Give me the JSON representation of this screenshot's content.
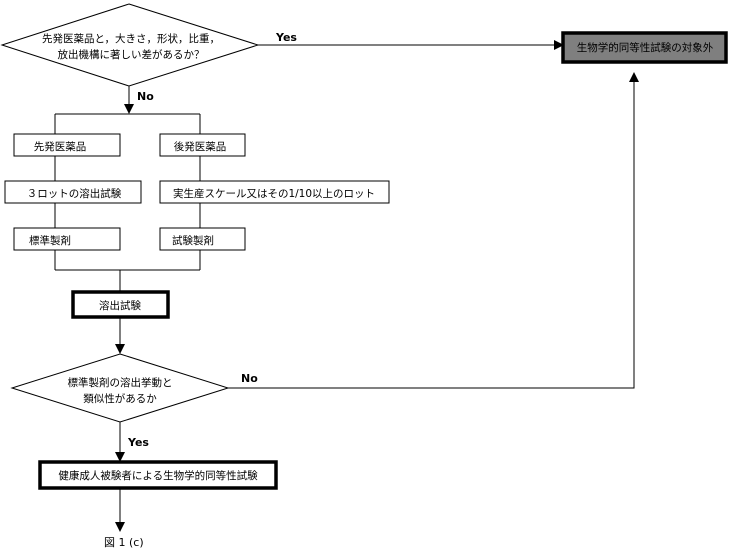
{
  "diagram": {
    "decision1": {
      "line1": "先発医薬品と，大きさ，形状，比重，",
      "line2": "放出機構に著しい差があるか？"
    },
    "yes1": "Yes",
    "no1": "No",
    "out_of_scope": "生物学的同等性試験の対象外",
    "out_of_scope_fill": "#7f7f7f",
    "left_col": {
      "header": "先発医薬品",
      "step": "３ロットの溶出試験",
      "product": "標準製剤"
    },
    "right_col": {
      "header": "後発医薬品",
      "step": "実生産スケール又はその1/10以上のロット",
      "product": "試験製剤"
    },
    "dissolution_test": "溶出試験",
    "decision2": {
      "line1": "標準製剤の溶出挙動と",
      "line2": "類似性があるか"
    },
    "no2": "No",
    "yes2": "Yes",
    "be_study": "健康成人被験者による生物学的同等性試験",
    "caption": "図 1 (c)"
  }
}
